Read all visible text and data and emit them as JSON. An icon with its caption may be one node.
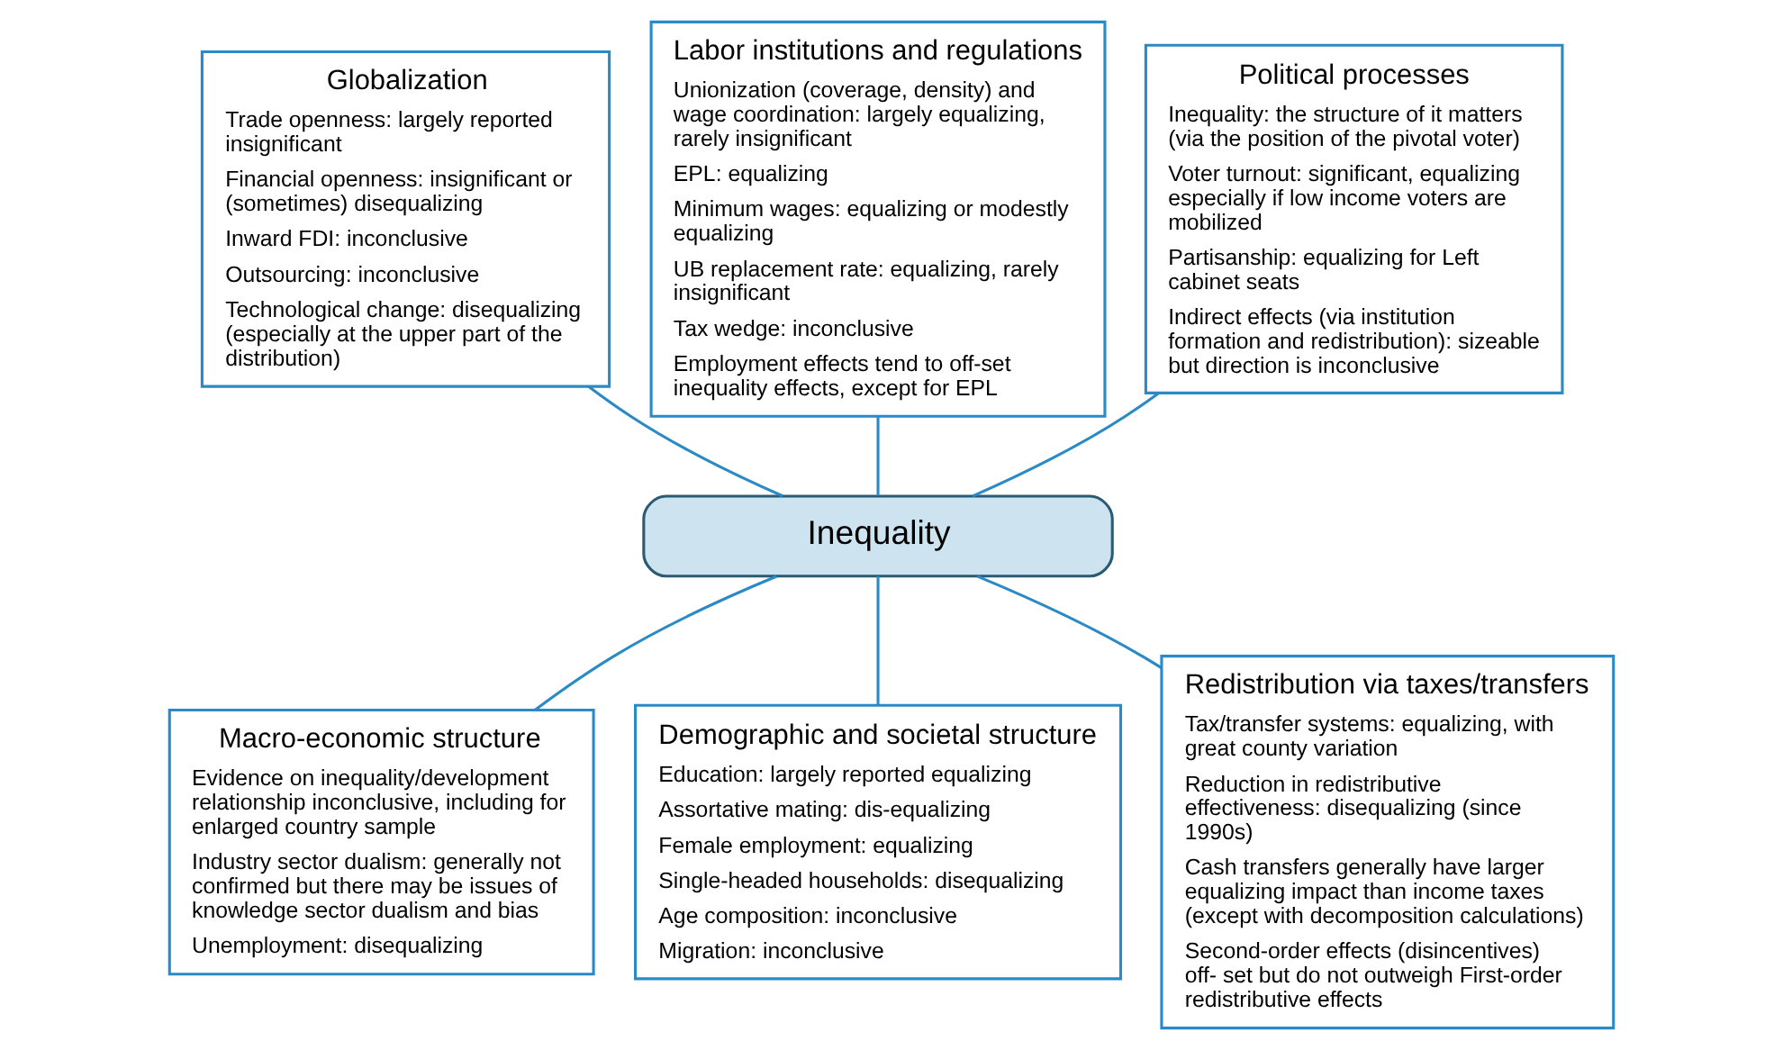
{
  "diagram": {
    "nodes": [
      {
        "text": [
          "Globalization",
          "Trade openness: largely reported insignificant",
          "Financial openness: insignificant or (sometimes) disequalizing",
          "Inward FDI: inconclusive",
          "Outsourcing: inconclusive",
          "Technological change: disequalizing (especially at the upper part of the distribution)"
        ]
      },
      {
        "text": [
          "Labor institutions and regulations",
          "Unionization (coverage, density) and wage coordination: largely equalizing, rarely insignificant",
          "EPL: equalizing",
          "Minimum wages: equalizing or modestly equalizing",
          "UB replacement rate: equalizing, rarely insignificant",
          "Tax wedge: inconclusive",
          "Employment effects tend to off-set inequality effects, except for EPL"
        ]
      },
      {
        "text": [
          "Political processes",
          "Inequality: the structure of it matters (via the position of the pivotal voter)",
          "Voter turnout: significant, equalizing especially if low income voters are mobilized",
          "Partisanship: equalizing for Left cabinet seats",
          "Indirect effects (via institution formation and redistribution): sizeable but direction is inconclusive"
        ]
      },
      {
        "text": [
          "Inequality"
        ]
      },
      {
        "text": [
          "Macro-economic structure",
          "Evidence on inequality/development relationship inconclusive, including for enlarged country sample",
          "Industry sector dualism: generally not confirmed but there may be issues of knowledge sector dualism and bias",
          "Unemployment: disequalizing"
        ]
      },
      {
        "text": [
          "Demographic and societal structure",
          "Education: largely reported equalizing",
          "Assortative mating: dis-equalizing",
          "Female employment: equalizing",
          "Single-headed households: disequalizing",
          "Age composition: inconclusive",
          "Migration: inconclusive"
        ]
      },
      {
        "text": [
          "Redistribution via taxes/transfers",
          "Tax/transfer systems: equalizing, with great county variation",
          "Reduction in redistributive effectiveness: disequalizing (since 1990s)",
          "Cash transfers generally have larger equalizing impact than income taxes (except with decomposition calculations)",
          "Second-order effects (disincentives) off- set but do not outweigh First-order redistributive effects"
        ]
      }
    ],
    "edges": [
      {
        "from": 0,
        "to": 3,
        "arrow": "none"
      },
      {
        "from": 1,
        "to": 3,
        "arrow": "none"
      },
      {
        "from": 2,
        "to": 3,
        "arrow": "none"
      },
      {
        "from": 3,
        "to": 4,
        "arrow": "none"
      },
      {
        "from": 3,
        "to": 5,
        "arrow": "none"
      },
      {
        "from": 3,
        "to": 6,
        "arrow": "none"
      }
    ]
  }
}
